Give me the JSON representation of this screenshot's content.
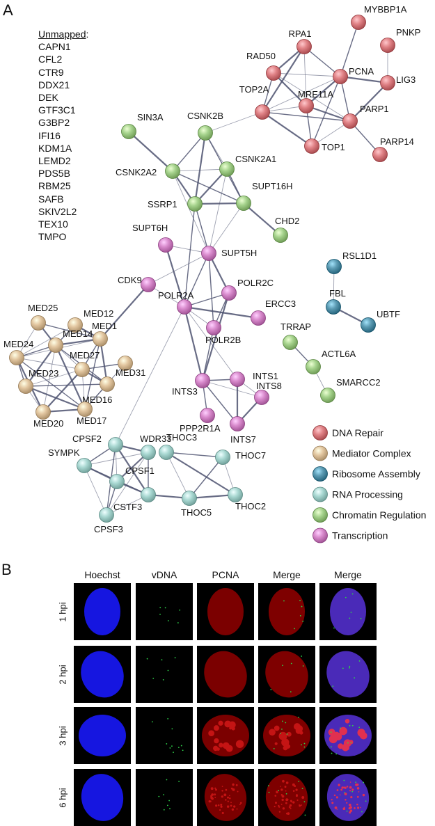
{
  "panel_a_label": "A",
  "panel_b_label": "B",
  "unmapped": {
    "heading": "Unmapped",
    "colon": ":",
    "items": [
      "CAPN1",
      "CFL2",
      "CTR9",
      "DDX21",
      "DEK",
      "GTF3C1",
      "G3BP2",
      "IFI16",
      "KDM1A",
      "LEMD2",
      "PDS5B",
      "RBM25",
      "SAFB",
      "SKIV2L2",
      "TEX10",
      "TMPO"
    ]
  },
  "colors": {
    "DNA Repair": "#e08286",
    "Mediator Complex": "#e3c7a1",
    "Ribosome Assembly": "#5d9cb4",
    "RNA Processing": "#a9d8d2",
    "Chromatin Regulation": "#a6d38d",
    "Transcription": "#d98bcd",
    "edge": "#4d5270",
    "hoechst": "#1616e0",
    "pcna": "#c41414",
    "vdna": "#2fd24a"
  },
  "legend": [
    "DNA Repair",
    "Mediator Complex",
    "Ribosome Assembly",
    "RNA Processing",
    "Chromatin Regulation",
    "Transcription"
  ],
  "nodes": [
    {
      "id": "MYBBP1A",
      "group": "DNA Repair"
    },
    {
      "id": "RPA1",
      "group": "DNA Repair"
    },
    {
      "id": "PNKP",
      "group": "DNA Repair"
    },
    {
      "id": "RAD50",
      "group": "DNA Repair"
    },
    {
      "id": "PCNA",
      "group": "DNA Repair"
    },
    {
      "id": "LIG3",
      "group": "DNA Repair"
    },
    {
      "id": "MRE11A",
      "group": "DNA Repair"
    },
    {
      "id": "TOP2A",
      "group": "DNA Repair"
    },
    {
      "id": "PARP1",
      "group": "DNA Repair"
    },
    {
      "id": "TOP1",
      "group": "DNA Repair"
    },
    {
      "id": "PARP14",
      "group": "DNA Repair"
    },
    {
      "id": "SIN3A",
      "group": "Chromatin Regulation"
    },
    {
      "id": "CSNK2B",
      "group": "Chromatin Regulation"
    },
    {
      "id": "CSNK2A1",
      "group": "Chromatin Regulation"
    },
    {
      "id": "CSNK2A2",
      "group": "Chromatin Regulation"
    },
    {
      "id": "SSRP1",
      "group": "Chromatin Regulation"
    },
    {
      "id": "SUPT16H",
      "group": "Chromatin Regulation"
    },
    {
      "id": "CHD2",
      "group": "Chromatin Regulation"
    },
    {
      "id": "TRRAP",
      "group": "Chromatin Regulation"
    },
    {
      "id": "ACTL6A",
      "group": "Chromatin Regulation"
    },
    {
      "id": "SMARCC2",
      "group": "Chromatin Regulation"
    },
    {
      "id": "SUPT6H",
      "group": "Transcription"
    },
    {
      "id": "SUPT5H",
      "group": "Transcription"
    },
    {
      "id": "CDK9",
      "group": "Transcription"
    },
    {
      "id": "POLR2A",
      "group": "Transcription"
    },
    {
      "id": "POLR2C",
      "group": "Transcription"
    },
    {
      "id": "ERCC3",
      "group": "Transcription"
    },
    {
      "id": "POLR2B",
      "group": "Transcription"
    },
    {
      "id": "INTS1",
      "group": "Transcription"
    },
    {
      "id": "INTS8",
      "group": "Transcription"
    },
    {
      "id": "INTS3",
      "group": "Transcription"
    },
    {
      "id": "INTS7",
      "group": "Transcription"
    },
    {
      "id": "PPP2R1A",
      "group": "Transcription"
    },
    {
      "id": "RSL1D1",
      "group": "Ribosome Assembly"
    },
    {
      "id": "FBL",
      "group": "Ribosome Assembly"
    },
    {
      "id": "UBTF",
      "group": "Ribosome Assembly"
    },
    {
      "id": "MED25",
      "group": "Mediator Complex"
    },
    {
      "id": "MED12",
      "group": "Mediator Complex"
    },
    {
      "id": "MED1",
      "group": "Mediator Complex"
    },
    {
      "id": "MED24",
      "group": "Mediator Complex"
    },
    {
      "id": "MED14",
      "group": "Mediator Complex"
    },
    {
      "id": "MED27",
      "group": "Mediator Complex"
    },
    {
      "id": "MED23",
      "group": "Mediator Complex"
    },
    {
      "id": "MED31",
      "group": "Mediator Complex"
    },
    {
      "id": "MED16",
      "group": "Mediator Complex"
    },
    {
      "id": "MED20",
      "group": "Mediator Complex"
    },
    {
      "id": "MED17",
      "group": "Mediator Complex"
    },
    {
      "id": "CPSF2",
      "group": "RNA Processing"
    },
    {
      "id": "WDR33",
      "group": "RNA Processing"
    },
    {
      "id": "SYMPK",
      "group": "RNA Processing"
    },
    {
      "id": "CPSF1",
      "group": "RNA Processing"
    },
    {
      "id": "CSTF3",
      "group": "RNA Processing"
    },
    {
      "id": "CPSF3",
      "group": "RNA Processing"
    },
    {
      "id": "THOC3",
      "group": "RNA Processing"
    },
    {
      "id": "THOC7",
      "group": "RNA Processing"
    },
    {
      "id": "THOC5",
      "group": "RNA Processing"
    },
    {
      "id": "THOC2",
      "group": "RNA Processing"
    }
  ],
  "edges": [
    [
      "RPA1",
      "RAD50"
    ],
    [
      "RPA1",
      "PCNA"
    ],
    [
      "RPA1",
      "MRE11A"
    ],
    [
      "RPA1",
      "TOP2A"
    ],
    [
      "MYBBP1A",
      "PCNA"
    ],
    [
      "PNKP",
      "LIG3"
    ],
    [
      "PCNA",
      "LIG3"
    ],
    [
      "PCNA",
      "PARP1"
    ],
    [
      "PCNA",
      "RAD50"
    ],
    [
      "PCNA",
      "MRE11A"
    ],
    [
      "PCNA",
      "TOP1"
    ],
    [
      "PCNA",
      "TOP2A"
    ],
    [
      "RAD50",
      "MRE11A"
    ],
    [
      "RAD50",
      "TOP2A"
    ],
    [
      "RAD50",
      "PARP1"
    ],
    [
      "MRE11A",
      "PARP1"
    ],
    [
      "MRE11A",
      "TOP1"
    ],
    [
      "MRE11A",
      "TOP2A"
    ],
    [
      "TOP2A",
      "TOP1"
    ],
    [
      "TOP2A",
      "PARP1"
    ],
    [
      "PARP1",
      "TOP1"
    ],
    [
      "PARP1",
      "LIG3"
    ],
    [
      "PARP1",
      "PARP14"
    ],
    [
      "TOP2A",
      "CSNK2B"
    ],
    [
      "SIN3A",
      "CSNK2A2"
    ],
    [
      "CSNK2B",
      "CSNK2A2"
    ],
    [
      "CSNK2B",
      "CSNK2A1"
    ],
    [
      "CSNK2B",
      "SSRP1"
    ],
    [
      "CSNK2B",
      "SUPT16H"
    ],
    [
      "CSNK2A2",
      "CSNK2A1"
    ],
    [
      "CSNK2A2",
      "SSRP1"
    ],
    [
      "CSNK2A2",
      "SUPT16H"
    ],
    [
      "CSNK2A2",
      "SUPT5H"
    ],
    [
      "CSNK2A1",
      "SSRP1"
    ],
    [
      "CSNK2A1",
      "SUPT16H"
    ],
    [
      "CSNK2A1",
      "SUPT5H"
    ],
    [
      "SSRP1",
      "SUPT16H"
    ],
    [
      "SSRP1",
      "SUPT5H"
    ],
    [
      "SUPT16H",
      "SUPT5H"
    ],
    [
      "SUPT16H",
      "CHD2"
    ],
    [
      "SSRP1",
      "POLR2A"
    ],
    [
      "SUPT6H",
      "SUPT5H"
    ],
    [
      "SUPT6H",
      "POLR2A"
    ],
    [
      "SUPT5H",
      "POLR2A"
    ],
    [
      "SUPT5H",
      "CDK9"
    ],
    [
      "SUPT5H",
      "POLR2C"
    ],
    [
      "SUPT5H",
      "POLR2B"
    ],
    [
      "CDK9",
      "POLR2A"
    ],
    [
      "CDK9",
      "MED1"
    ],
    [
      "POLR2A",
      "POLR2C"
    ],
    [
      "POLR2A",
      "POLR2B"
    ],
    [
      "POLR2A",
      "ERCC3"
    ],
    [
      "POLR2C",
      "POLR2B"
    ],
    [
      "POLR2A",
      "INTS1"
    ],
    [
      "POLR2A",
      "INTS3"
    ],
    [
      "POLR2B",
      "INTS3"
    ],
    [
      "POLR2A",
      "CPSF2"
    ],
    [
      "POLR2C",
      "INTS3"
    ],
    [
      "INTS1",
      "INTS3"
    ],
    [
      "INTS1",
      "INTS8"
    ],
    [
      "INTS1",
      "INTS7"
    ],
    [
      "INTS3",
      "INTS7"
    ],
    [
      "INTS3",
      "INTS8"
    ],
    [
      "INTS8",
      "INTS7"
    ],
    [
      "INTS3",
      "PPP2R1A"
    ],
    [
      "RSL1D1",
      "FBL"
    ],
    [
      "FBL",
      "UBTF"
    ],
    [
      "TRRAP",
      "ACTL6A"
    ],
    [
      "ACTL6A",
      "SMARCC2"
    ],
    [
      "MED25",
      "MED14"
    ],
    [
      "MED25",
      "MED1"
    ],
    [
      "MED25",
      "MED24"
    ],
    [
      "MED12",
      "MED1"
    ],
    [
      "MED12",
      "MED14"
    ],
    [
      "MED12",
      "MED24"
    ],
    [
      "MED1",
      "MED14"
    ],
    [
      "MED1",
      "MED27"
    ],
    [
      "MED1",
      "MED24"
    ],
    [
      "MED1",
      "MED16"
    ],
    [
      "MED14",
      "MED24"
    ],
    [
      "MED14",
      "MED27"
    ],
    [
      "MED14",
      "MED23"
    ],
    [
      "MED14",
      "MED16"
    ],
    [
      "MED14",
      "MED20"
    ],
    [
      "MED14",
      "MED17"
    ],
    [
      "MED24",
      "MED23"
    ],
    [
      "MED24",
      "MED27"
    ],
    [
      "MED24",
      "MED20"
    ],
    [
      "MED24",
      "MED17"
    ],
    [
      "MED27",
      "MED23"
    ],
    [
      "MED27",
      "MED16"
    ],
    [
      "MED27",
      "MED31"
    ],
    [
      "MED27",
      "MED17"
    ],
    [
      "MED27",
      "MED20"
    ],
    [
      "MED23",
      "MED16"
    ],
    [
      "MED23",
      "MED20"
    ],
    [
      "MED23",
      "MED17"
    ],
    [
      "MED16",
      "MED17"
    ],
    [
      "MED16",
      "MED31"
    ],
    [
      "MED20",
      "MED17"
    ],
    [
      "MED1",
      "MED17"
    ],
    [
      "MED31",
      "MED17"
    ],
    [
      "CPSF2",
      "WDR33"
    ],
    [
      "CPSF2",
      "SYMPK"
    ],
    [
      "CPSF2",
      "CPSF1"
    ],
    [
      "CPSF2",
      "CSTF3"
    ],
    [
      "CPSF2",
      "CPSF3"
    ],
    [
      "WDR33",
      "SYMPK"
    ],
    [
      "WDR33",
      "CPSF1"
    ],
    [
      "WDR33",
      "CSTF3"
    ],
    [
      "WDR33",
      "CPSF3"
    ],
    [
      "SYMPK",
      "CPSF1"
    ],
    [
      "SYMPK",
      "CSTF3"
    ],
    [
      "SYMPK",
      "CPSF3"
    ],
    [
      "CPSF1",
      "CSTF3"
    ],
    [
      "CPSF1",
      "CPSF3"
    ],
    [
      "CSTF3",
      "CPSF3"
    ],
    [
      "CSTF3",
      "THOC5"
    ],
    [
      "THOC3",
      "THOC7"
    ],
    [
      "THOC3",
      "THOC5"
    ],
    [
      "THOC3",
      "THOC2"
    ],
    [
      "THOC7",
      "THOC5"
    ],
    [
      "THOC7",
      "THOC2"
    ],
    [
      "THOC5",
      "THOC2"
    ]
  ],
  "panel_b": {
    "columns": [
      "Hoechst",
      "vDNA",
      "PCNA",
      "Merge",
      "Merge"
    ],
    "rows": [
      "1 hpi",
      "2 hpi",
      "3 hpi",
      "6 hpi"
    ]
  }
}
